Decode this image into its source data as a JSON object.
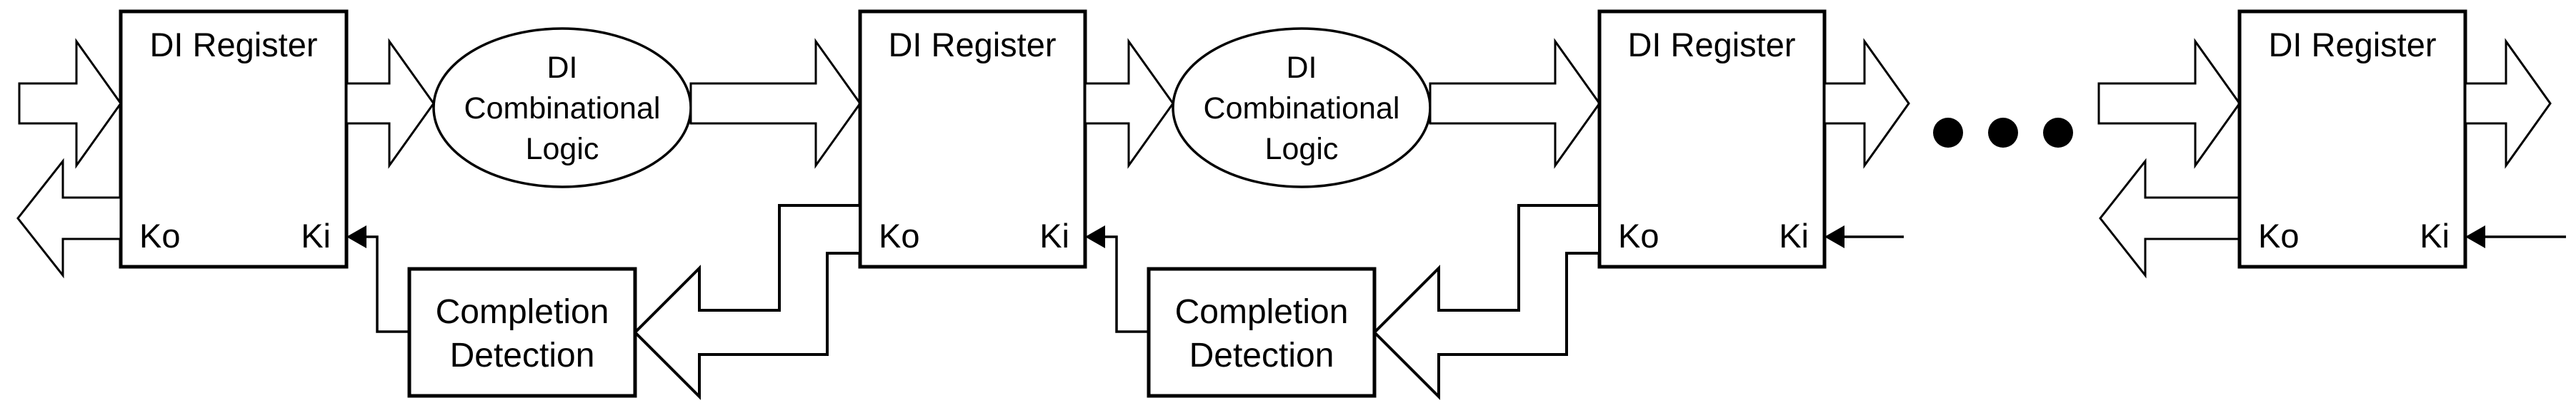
{
  "colors": {
    "stroke": "#000000",
    "background": "#ffffff",
    "text": "#000000"
  },
  "registers": [
    {
      "title": "DI Register",
      "output_label": "Ko",
      "input_label": "Ki"
    },
    {
      "title": "DI Register",
      "output_label": "Ko",
      "input_label": "Ki"
    },
    {
      "title": "DI Register",
      "output_label": "Ko",
      "input_label": "Ki"
    },
    {
      "title": "DI Register",
      "output_label": "Ko",
      "input_label": "Ki"
    }
  ],
  "logic_ellipses": [
    {
      "line1": "DI",
      "line2": "Combinational",
      "line3": "Logic"
    },
    {
      "line1": "DI",
      "line2": "Combinational",
      "line3": "Logic"
    }
  ],
  "completion_boxes": [
    {
      "line1": "Completion",
      "line2": "Detection"
    },
    {
      "line1": "Completion",
      "line2": "Detection"
    }
  ],
  "continuation": {
    "dot_count": 3
  }
}
